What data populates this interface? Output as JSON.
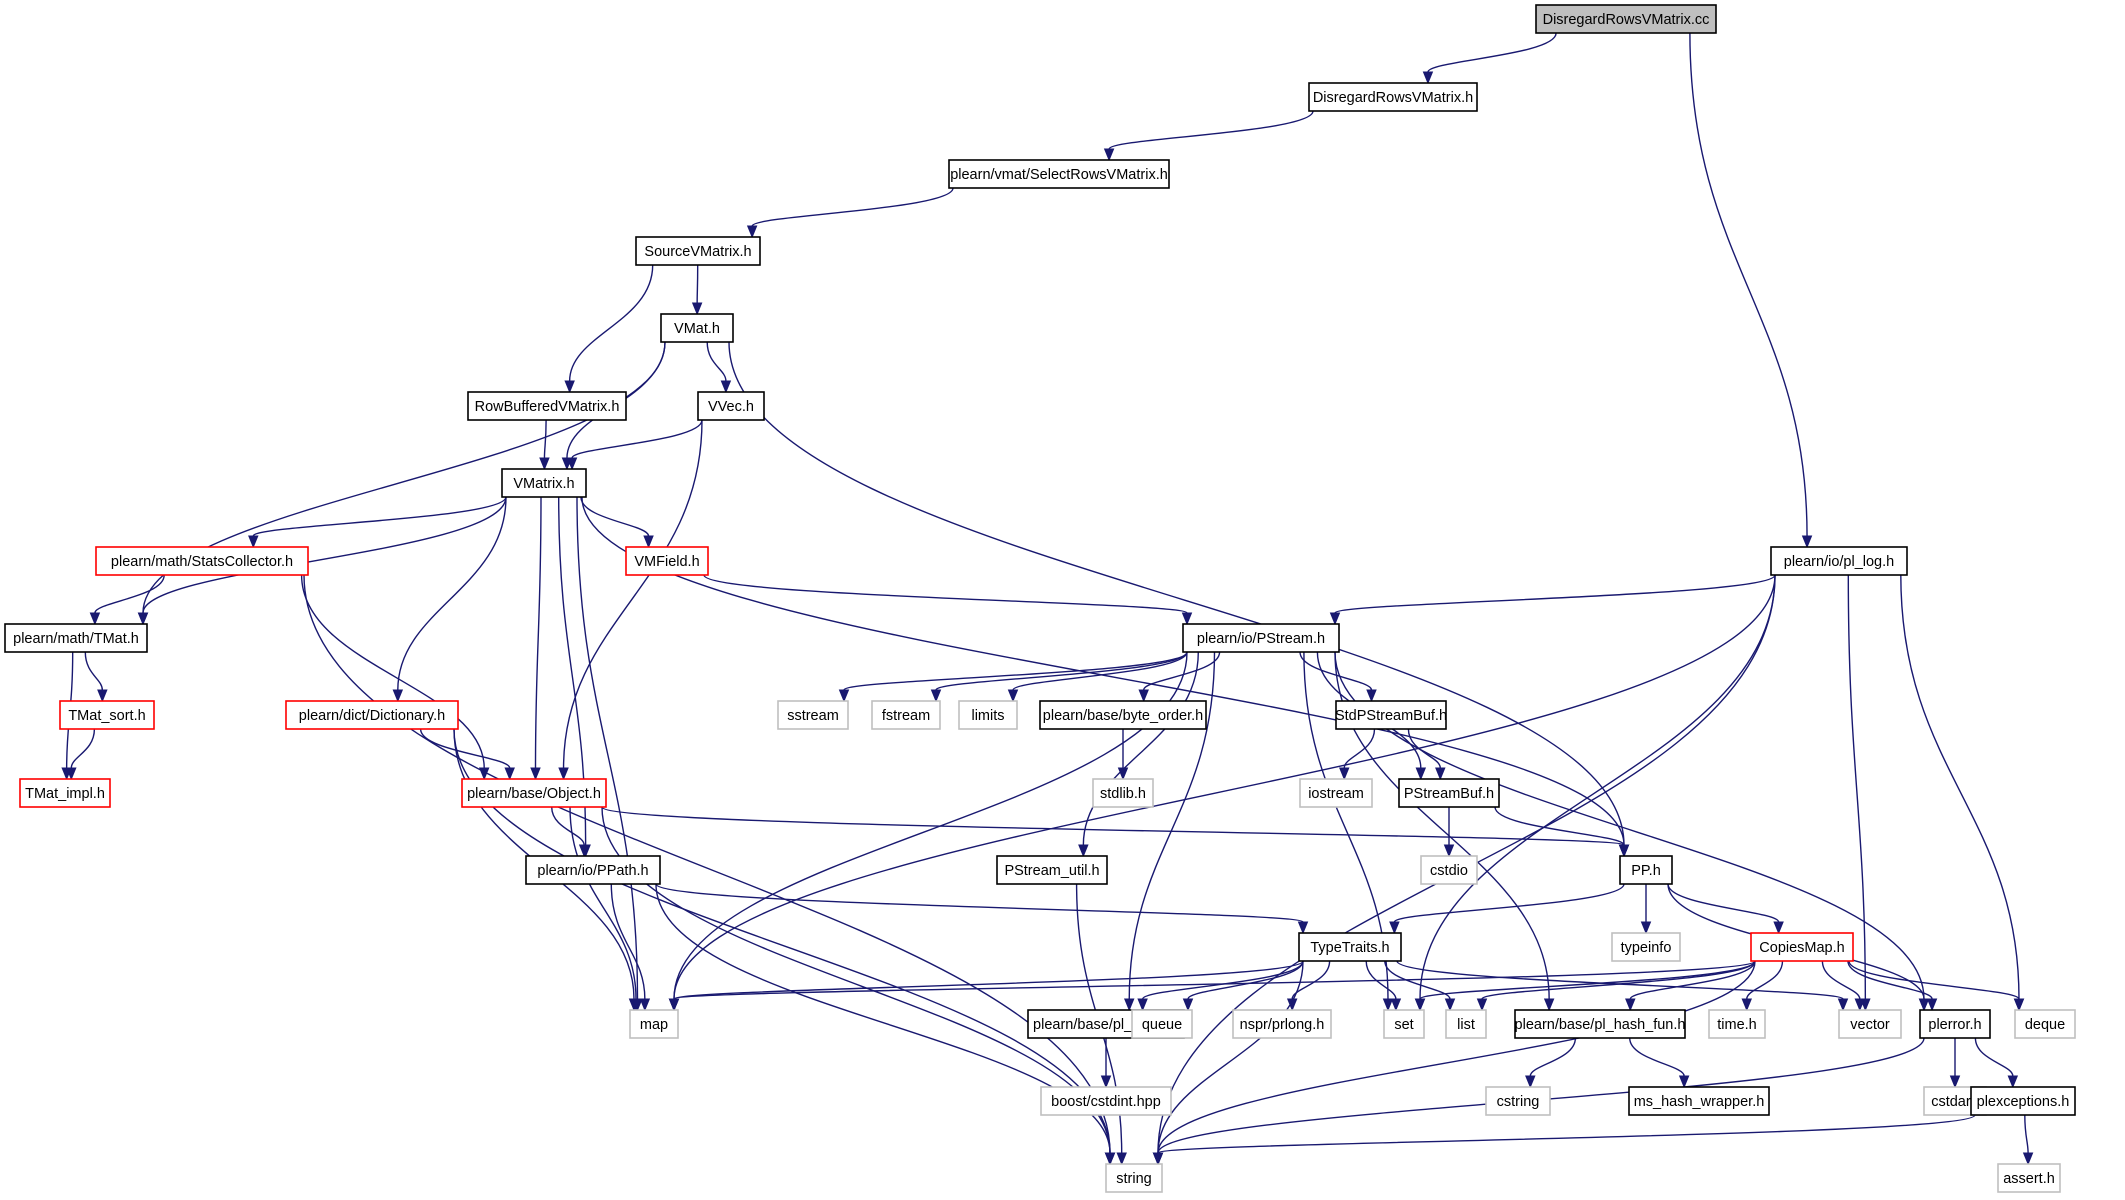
{
  "colors": {
    "edge": "#191970",
    "normal_border": "#000000",
    "truncated_border": "#ff0000",
    "external_border": "#bfbfbf",
    "root_fill": "#bfbfbf",
    "node_fill": "#ffffff"
  },
  "nodes": [
    {
      "id": "root",
      "label": "DisregardRowsVMatrix.cc",
      "kind": "root"
    },
    {
      "id": "drvm_h",
      "label": "DisregardRowsVMatrix.h",
      "kind": "normal"
    },
    {
      "id": "selrows",
      "label": "plearn/vmat/SelectRowsVMatrix.h",
      "kind": "normal"
    },
    {
      "id": "srcvm",
      "label": "SourceVMatrix.h",
      "kind": "normal"
    },
    {
      "id": "vmat",
      "label": "VMat.h",
      "kind": "normal"
    },
    {
      "id": "rowbuf",
      "label": "RowBufferedVMatrix.h",
      "kind": "normal"
    },
    {
      "id": "vvec",
      "label": "VVec.h",
      "kind": "normal"
    },
    {
      "id": "vmatrix",
      "label": "VMatrix.h",
      "kind": "normal"
    },
    {
      "id": "statscol",
      "label": "plearn/math/StatsCollector.h",
      "kind": "truncated"
    },
    {
      "id": "vmfield",
      "label": "VMField.h",
      "kind": "truncated"
    },
    {
      "id": "pllog",
      "label": "plearn/io/pl_log.h",
      "kind": "normal"
    },
    {
      "id": "tmat",
      "label": "plearn/math/TMat.h",
      "kind": "normal"
    },
    {
      "id": "pstream",
      "label": "plearn/io/PStream.h",
      "kind": "normal"
    },
    {
      "id": "tmatsort",
      "label": "TMat_sort.h",
      "kind": "truncated"
    },
    {
      "id": "dict",
      "label": "plearn/dict/Dictionary.h",
      "kind": "truncated"
    },
    {
      "id": "sstream",
      "label": "sstream",
      "kind": "external"
    },
    {
      "id": "fstream",
      "label": "fstream",
      "kind": "external"
    },
    {
      "id": "limits",
      "label": "limits",
      "kind": "external"
    },
    {
      "id": "byteorder",
      "label": "plearn/base/byte_order.h",
      "kind": "normal"
    },
    {
      "id": "stdpsb",
      "label": "StdPStreamBuf.h",
      "kind": "normal"
    },
    {
      "id": "tmatimpl",
      "label": "TMat_impl.h",
      "kind": "truncated"
    },
    {
      "id": "object",
      "label": "plearn/base/Object.h",
      "kind": "truncated"
    },
    {
      "id": "stdlib",
      "label": "stdlib.h",
      "kind": "external"
    },
    {
      "id": "iostream",
      "label": "iostream",
      "kind": "external"
    },
    {
      "id": "psb",
      "label": "PStreamBuf.h",
      "kind": "normal"
    },
    {
      "id": "ppath",
      "label": "plearn/io/PPath.h",
      "kind": "normal"
    },
    {
      "id": "cstdio",
      "label": "cstdio",
      "kind": "external"
    },
    {
      "id": "psutil",
      "label": "PStream_util.h",
      "kind": "normal"
    },
    {
      "id": "pp",
      "label": "PP.h",
      "kind": "normal"
    },
    {
      "id": "typeinfo",
      "label": "typeinfo",
      "kind": "external"
    },
    {
      "id": "typetraits",
      "label": "TypeTraits.h",
      "kind": "normal"
    },
    {
      "id": "copiesmap",
      "label": "CopiesMap.h",
      "kind": "truncated"
    },
    {
      "id": "map",
      "label": "map",
      "kind": "external"
    },
    {
      "id": "plstdint",
      "label": "plearn/base/pl_stdint.h",
      "kind": "normal"
    },
    {
      "id": "queue",
      "label": "queue",
      "kind": "external"
    },
    {
      "id": "nsprprlong",
      "label": "nspr/prlong.h",
      "kind": "external"
    },
    {
      "id": "set",
      "label": "set",
      "kind": "external"
    },
    {
      "id": "list",
      "label": "list",
      "kind": "external"
    },
    {
      "id": "plhash",
      "label": "plearn/base/pl_hash_fun.h",
      "kind": "normal"
    },
    {
      "id": "timeh",
      "label": "time.h",
      "kind": "external"
    },
    {
      "id": "vector",
      "label": "vector",
      "kind": "external"
    },
    {
      "id": "plerror",
      "label": "plerror.h",
      "kind": "normal"
    },
    {
      "id": "deque",
      "label": "deque",
      "kind": "external"
    },
    {
      "id": "boostcstdint",
      "label": "boost/cstdint.hpp",
      "kind": "external"
    },
    {
      "id": "cstring",
      "label": "cstring",
      "kind": "external"
    },
    {
      "id": "mshash",
      "label": "ms_hash_wrapper.h",
      "kind": "normal"
    },
    {
      "id": "cstdarg",
      "label": "cstdarg",
      "kind": "external"
    },
    {
      "id": "plexceptions",
      "label": "plexceptions.h",
      "kind": "normal"
    },
    {
      "id": "string",
      "label": "string",
      "kind": "external"
    },
    {
      "id": "asserth",
      "label": "assert.h",
      "kind": "external"
    }
  ],
  "edges": [
    [
      "root",
      "drvm_h"
    ],
    [
      "root",
      "pllog"
    ],
    [
      "drvm_h",
      "selrows"
    ],
    [
      "selrows",
      "srcvm"
    ],
    [
      "srcvm",
      "vmat"
    ],
    [
      "srcvm",
      "rowbuf"
    ],
    [
      "vmat",
      "vvec"
    ],
    [
      "vmat",
      "vmatrix"
    ],
    [
      "vmat",
      "tmat"
    ],
    [
      "vmat",
      "pp"
    ],
    [
      "rowbuf",
      "vmatrix"
    ],
    [
      "vvec",
      "vmatrix"
    ],
    [
      "vvec",
      "object"
    ],
    [
      "vmatrix",
      "tmat"
    ],
    [
      "vmatrix",
      "statscol"
    ],
    [
      "vmatrix",
      "vmfield"
    ],
    [
      "vmatrix",
      "dict"
    ],
    [
      "vmatrix",
      "object"
    ],
    [
      "vmatrix",
      "ppath"
    ],
    [
      "vmatrix",
      "map"
    ],
    [
      "vmatrix",
      "pp"
    ],
    [
      "statscol",
      "tmat"
    ],
    [
      "statscol",
      "object"
    ],
    [
      "statscol",
      "string"
    ],
    [
      "vmfield",
      "pstream"
    ],
    [
      "tmat",
      "tmatsort"
    ],
    [
      "tmat",
      "tmatimpl"
    ],
    [
      "tmatsort",
      "tmatimpl"
    ],
    [
      "dict",
      "object"
    ],
    [
      "dict",
      "map"
    ],
    [
      "dict",
      "string"
    ],
    [
      "object",
      "ppath"
    ],
    [
      "object",
      "pp"
    ],
    [
      "object",
      "map"
    ],
    [
      "object",
      "string"
    ],
    [
      "ppath",
      "typetraits"
    ],
    [
      "ppath",
      "map"
    ],
    [
      "ppath",
      "string"
    ],
    [
      "pllog",
      "pstream"
    ],
    [
      "pllog",
      "map"
    ],
    [
      "pllog",
      "set"
    ],
    [
      "pllog",
      "vector"
    ],
    [
      "pllog",
      "deque"
    ],
    [
      "pllog",
      "string"
    ],
    [
      "pstream",
      "sstream"
    ],
    [
      "pstream",
      "fstream"
    ],
    [
      "pstream",
      "limits"
    ],
    [
      "pstream",
      "byteorder"
    ],
    [
      "pstream",
      "stdpsb"
    ],
    [
      "pstream",
      "psb"
    ],
    [
      "pstream",
      "psutil"
    ],
    [
      "pstream",
      "plstdint"
    ],
    [
      "pstream",
      "map"
    ],
    [
      "pstream",
      "set"
    ],
    [
      "pstream",
      "plhash"
    ],
    [
      "pstream",
      "plerror"
    ],
    [
      "byteorder",
      "stdlib"
    ],
    [
      "stdpsb",
      "iostream"
    ],
    [
      "stdpsb",
      "psb"
    ],
    [
      "psb",
      "cstdio"
    ],
    [
      "psb",
      "pp"
    ],
    [
      "psutil",
      "string"
    ],
    [
      "pp",
      "typeinfo"
    ],
    [
      "pp",
      "typetraits"
    ],
    [
      "pp",
      "copiesmap"
    ],
    [
      "pp",
      "plerror"
    ],
    [
      "typetraits",
      "map"
    ],
    [
      "typetraits",
      "plstdint"
    ],
    [
      "typetraits",
      "queue"
    ],
    [
      "typetraits",
      "nsprprlong"
    ],
    [
      "typetraits",
      "set"
    ],
    [
      "typetraits",
      "list"
    ],
    [
      "typetraits",
      "vector"
    ],
    [
      "typetraits",
      "string"
    ],
    [
      "copiesmap",
      "map"
    ],
    [
      "copiesmap",
      "set"
    ],
    [
      "copiesmap",
      "list"
    ],
    [
      "copiesmap",
      "plhash"
    ],
    [
      "copiesmap",
      "timeh"
    ],
    [
      "copiesmap",
      "vector"
    ],
    [
      "copiesmap",
      "plerror"
    ],
    [
      "copiesmap",
      "deque"
    ],
    [
      "copiesmap",
      "string"
    ],
    [
      "plstdint",
      "boostcstdint"
    ],
    [
      "plhash",
      "cstring"
    ],
    [
      "plhash",
      "mshash"
    ],
    [
      "plerror",
      "cstdarg"
    ],
    [
      "plerror",
      "plexceptions"
    ],
    [
      "plerror",
      "string"
    ],
    [
      "plexceptions",
      "string"
    ],
    [
      "plexceptions",
      "asserth"
    ]
  ]
}
